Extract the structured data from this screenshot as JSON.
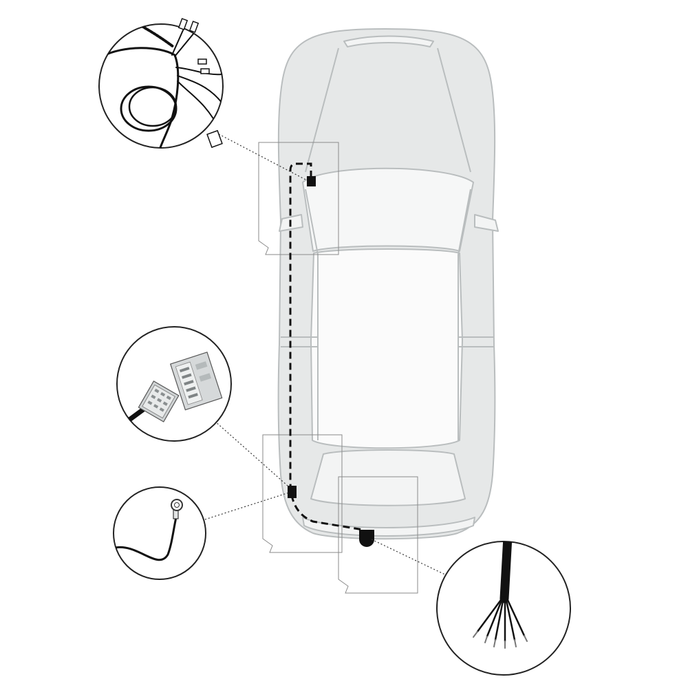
{
  "diagram": {
    "kind": "vehicle wiring harness installation diagram",
    "view": "top view of car",
    "colors": {
      "car_body": "#e6e8e8",
      "car_line": "#b9bdbe",
      "route": "#111111",
      "callout": "#222222"
    },
    "callouts": [
      {
        "id": "harness-coil",
        "icon": "wire-coil-with-connectors"
      },
      {
        "id": "multi-pin-connector",
        "icon": "multi-pin-plug-and-socket"
      },
      {
        "id": "ground-ring",
        "icon": "ring-terminal-ground-wire"
      },
      {
        "id": "loose-wire-ends",
        "icon": "cable-with-stripped-wire-ends"
      }
    ]
  }
}
